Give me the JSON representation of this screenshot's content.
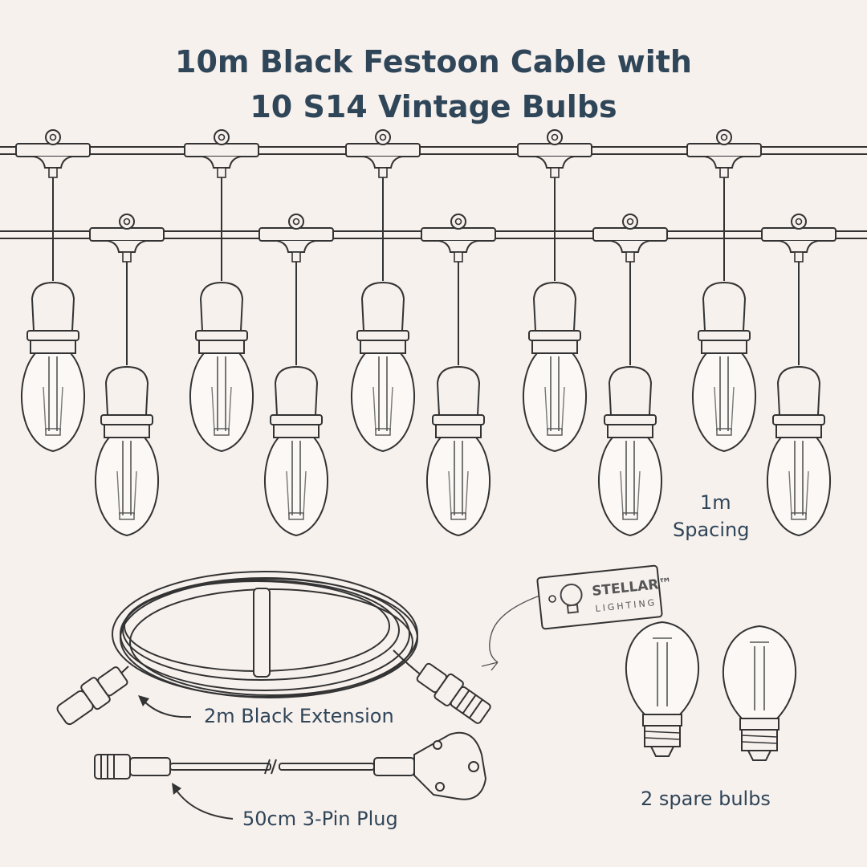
{
  "title": {
    "line1": "10m Black Festoon Cable with",
    "line2": "10 S14 Vintage Bulbs"
  },
  "labels": {
    "spacing_line1": "1m",
    "spacing_line2": "Spacing",
    "extension": "2m Black Extension",
    "plug": "50cm 3-Pin Plug",
    "spare_bulbs": "2 spare bulbs"
  },
  "brand_tag": {
    "line1": "STELLAR™",
    "line2": "LIGHTING"
  },
  "colors": {
    "background": "#f7f1ee",
    "text": "#2f4558",
    "ink": "#3a3a3a"
  }
}
